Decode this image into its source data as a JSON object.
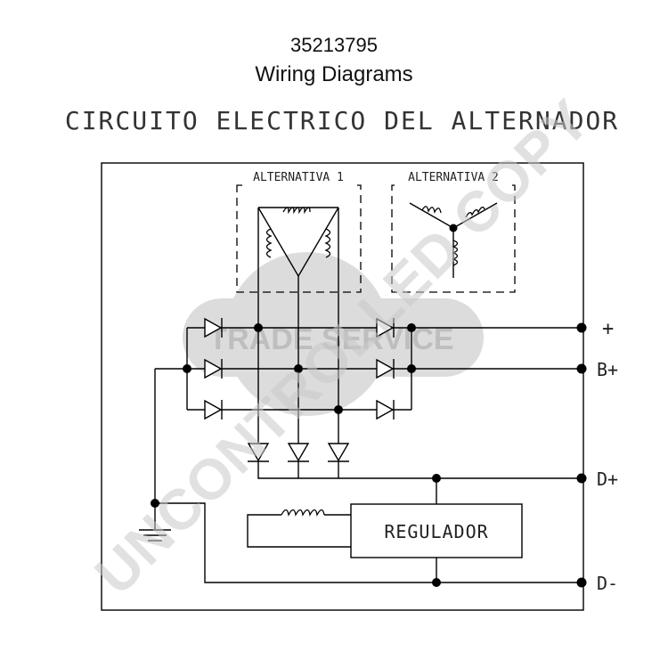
{
  "header": {
    "part_number": "35213795",
    "title": "Wiring Diagrams",
    "subtitle": "CIRCUITO ELECTRICO DEL ALTERNADOR"
  },
  "diagram": {
    "alternative_1_label": "ALTERNATIVA 1",
    "alternative_2_label": "ALTERNATIVA 2",
    "regulator_label": "REGULADOR",
    "terminals": {
      "plus": "+",
      "b_plus": "B+",
      "d_plus": "D+",
      "d_minus": "D-"
    }
  },
  "watermarks": {
    "trade_service": "TRADE SERVICE",
    "uncontrolled_copy": "UNCONTROLLED COPY"
  }
}
